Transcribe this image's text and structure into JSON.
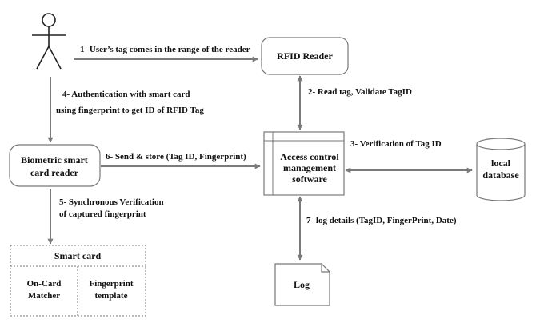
{
  "nodes": {
    "user": "",
    "rfid_reader": "RFID Reader",
    "biometric_reader": [
      "Biometric smart",
      "card reader"
    ],
    "access_control": [
      "Access control",
      "management",
      "software"
    ],
    "local_database": [
      "local",
      "database"
    ],
    "log": "Log",
    "smart_card": {
      "title": "Smart card",
      "on_card_matcher": [
        "On-Card",
        "Matcher"
      ],
      "fingerprint_template": [
        "Fingerprint",
        "template"
      ]
    }
  },
  "edges": {
    "e1": "1-  User’s tag comes in the range of the reader",
    "e2": "2- Read tag, Validate TagID",
    "e3": "3- Verification of Tag ID",
    "e4": [
      "4- Authentication with smart card",
      "using fingerprint to get ID of RFID Tag"
    ],
    "e5": [
      "5- Synchronous Verification",
      "of  captured fingerprint"
    ],
    "e6": "6- Send & store (Tag ID, Fingerprint)",
    "e7": "7-  log details (TagID, FingerPrint, Date)"
  }
}
